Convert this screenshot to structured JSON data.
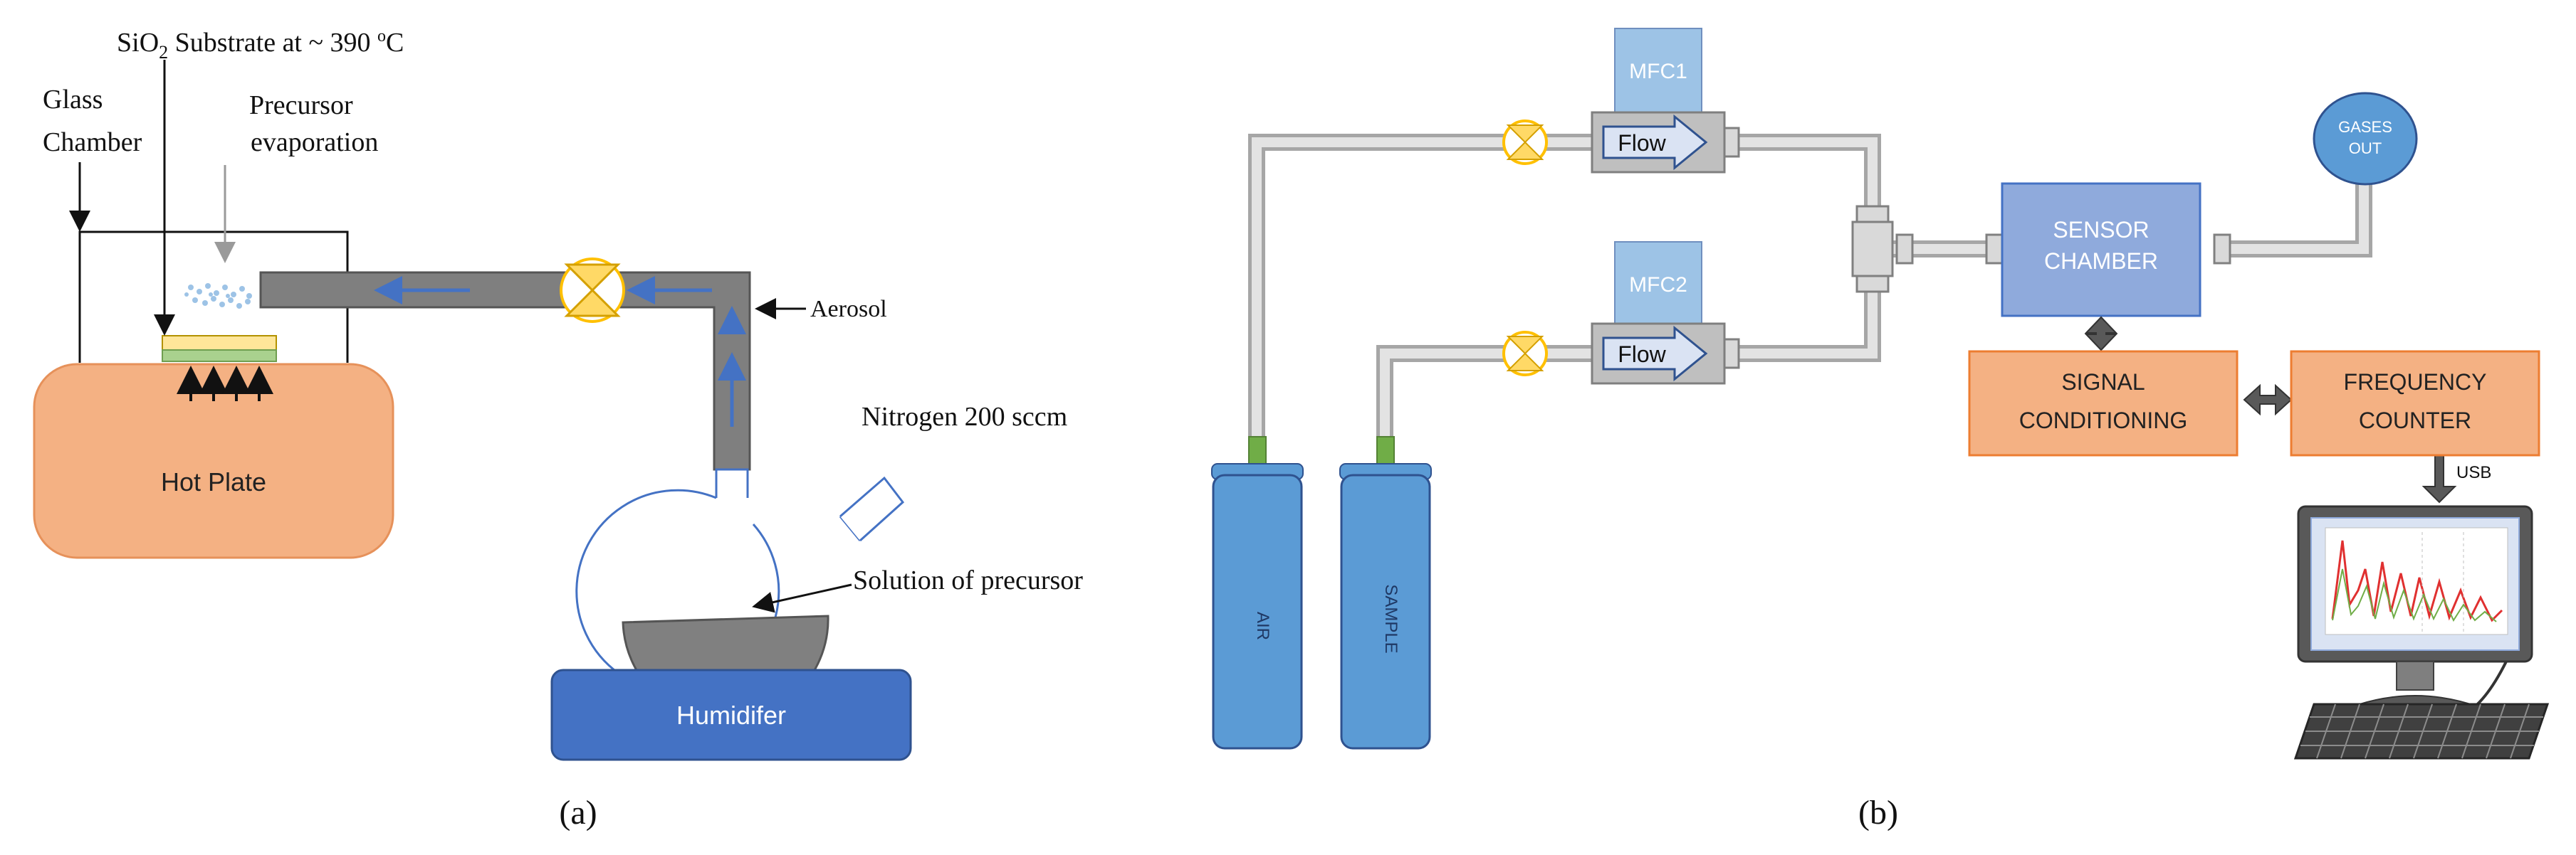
{
  "panel_a": {
    "caption": "(a)",
    "substrate_label_prefix": "SiO",
    "substrate_label_sub": "2",
    "substrate_label_mid": " Substrate at ~ 390 ",
    "substrate_label_sup": "o",
    "substrate_label_unit": "C",
    "glass_chamber_line1": "Glass",
    "glass_chamber_line2": "Chamber",
    "precursor_evap_line1": "Precursor",
    "precursor_evap_line2": "evaporation",
    "aerosol_label": "Aerosol",
    "nitrogen_label": "Nitrogen 200 sccm",
    "solution_label": "Solution of precursor",
    "hot_plate_label": "Hot Plate",
    "humidifier_label": "Humidifer"
  },
  "panel_b": {
    "caption": "(b)",
    "mfc1_label": "MFC1",
    "mfc2_label": "MFC2",
    "flow1_label": "Flow",
    "flow2_label": "Flow",
    "gases_out_line1": "GASES",
    "gases_out_line2": "OUT",
    "sensor_chamber_line1": "SENSOR",
    "sensor_chamber_line2": "CHAMBER",
    "signal_cond_line1": "SIGNAL",
    "signal_cond_line2": "CONDITIONING",
    "freq_counter_line1": "FREQUENCY",
    "freq_counter_line2": "COUNTER",
    "usb_label": "USB",
    "air_cylinder_label": "AIR",
    "sample_cylinder_label": "SAMPLE"
  },
  "colors": {
    "pipe_dark": "#7f7f7f",
    "pipe_light": "#d0d0d0",
    "flow_arrow": "#4472c4",
    "hot_plate": "#f4b183",
    "humidifier": "#4472c4",
    "valve": "#ffc000",
    "box_blue": "#8faadc",
    "box_orange": "#f4b183",
    "cylinder": "#5b9bd5",
    "cylinder_neck": "#70ad47"
  }
}
